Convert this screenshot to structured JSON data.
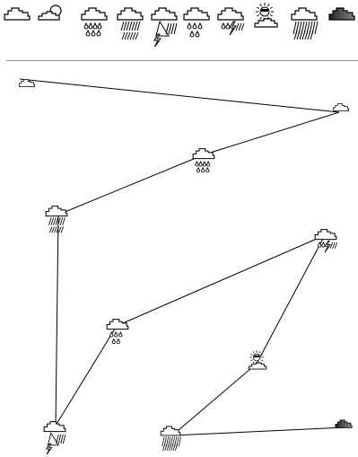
{
  "toolbar": {
    "tools": [
      {
        "name": "cloud-icon",
        "kind": "cloud"
      },
      {
        "name": "cloud-sun-icon",
        "kind": "cloud-sun"
      },
      {
        "name": "cloud-hail-icon",
        "kind": "hail"
      },
      {
        "name": "cloud-rain-icon",
        "kind": "rain"
      },
      {
        "name": "cloud-snow-lightning-icon",
        "kind": "snow-lightning"
      },
      {
        "name": "cloud-drops-icon",
        "kind": "drops"
      },
      {
        "name": "cloud-storm-icon",
        "kind": "storm"
      },
      {
        "name": "sun-behind-cloud-icon",
        "kind": "sun-cloud"
      },
      {
        "name": "cloud-heavy-rain-icon",
        "kind": "heavy-rain"
      },
      {
        "name": "dark-cloud-icon",
        "kind": "dark-cloud"
      }
    ]
  },
  "canvas": {
    "nodes": [
      {
        "id": "n1",
        "name": "node-cloud",
        "kind": "cloud"
      },
      {
        "id": "n2",
        "name": "node-cloud-right",
        "kind": "cloud"
      },
      {
        "id": "n3",
        "name": "node-hail",
        "kind": "hail"
      },
      {
        "id": "n4",
        "name": "node-rain",
        "kind": "rain"
      },
      {
        "id": "n5",
        "name": "node-storm",
        "kind": "storm"
      },
      {
        "id": "n6",
        "name": "node-drops",
        "kind": "drops"
      },
      {
        "id": "n7",
        "name": "node-sun-cloud",
        "kind": "sun-cloud"
      },
      {
        "id": "n8",
        "name": "node-snow-lightning",
        "kind": "snow-lightning"
      },
      {
        "id": "n9",
        "name": "node-heavy-rain",
        "kind": "heavy-rain"
      },
      {
        "id": "n10",
        "name": "node-dark-cloud",
        "kind": "dark-cloud"
      }
    ],
    "edges": [
      [
        "n1",
        "n2"
      ],
      [
        "n2",
        "n3"
      ],
      [
        "n3",
        "n4"
      ],
      [
        "n4",
        "n8"
      ],
      [
        "n5",
        "n6"
      ],
      [
        "n6",
        "n5"
      ],
      [
        "n5",
        "n6"
      ],
      [
        "n6",
        "n5"
      ],
      [
        "n6",
        "n5"
      ],
      [
        "n5",
        "n6"
      ],
      [
        "n6",
        "n5"
      ],
      [
        "n5",
        "n6"
      ],
      [
        "n6",
        "n5"
      ],
      [
        "n5",
        "n6"
      ],
      [
        "n6",
        "n5"
      ],
      [
        "n5",
        "n6"
      ]
    ]
  }
}
